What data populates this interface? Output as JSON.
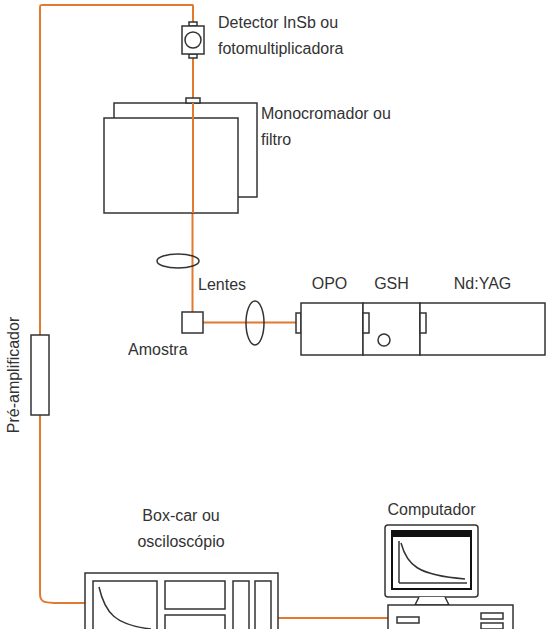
{
  "diagram": {
    "nodes": [
      {
        "text": [
          "Detector InSb ou fotomultiplicadora"
        ]
      },
      {
        "text": [
          "Monocromador ou filtro"
        ]
      },
      {
        "text": [
          "Amostra"
        ]
      },
      {
        "text": [
          "OPO"
        ]
      },
      {
        "text": [
          "GSH"
        ]
      },
      {
        "text": [
          "Nd:YAG"
        ]
      },
      {
        "text": [
          "Pré-amplificador"
        ]
      },
      {
        "text": [
          "Box-car ou osciloscópio"
        ]
      },
      {
        "text": [
          "Computador"
        ]
      }
    ],
    "edges": [
      {
        "from": 3,
        "to": 2,
        "arrow": "none"
      },
      {
        "from": 2,
        "to": 1,
        "arrow": "none"
      },
      {
        "from": 1,
        "to": 0,
        "arrow": "none"
      },
      {
        "from": 0,
        "to": 6,
        "arrow": "none"
      },
      {
        "from": 6,
        "to": 7,
        "arrow": "none"
      },
      {
        "from": 7,
        "to": 8,
        "arrow": "none"
      }
    ],
    "labels": [
      "Lentes"
    ]
  }
}
